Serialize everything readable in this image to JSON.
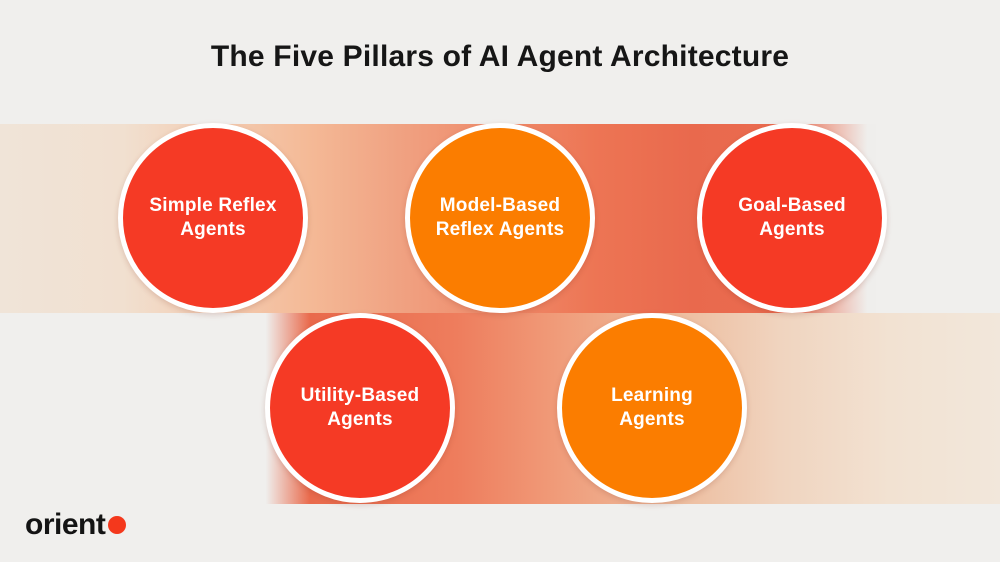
{
  "title": "The Five Pillars of AI Agent Architecture",
  "pillars": [
    {
      "label": "Simple Reflex Agents",
      "lines": [
        "Simple Reflex",
        "Agents"
      ],
      "color": "#f53a25"
    },
    {
      "label": "Model-Based Reflex Agents",
      "lines": [
        "Model-Based",
        "Reflex Agents"
      ],
      "color": "#fb7d00"
    },
    {
      "label": "Goal-Based Agents",
      "lines": [
        "Goal-Based",
        "Agents"
      ],
      "color": "#f53a25"
    },
    {
      "label": "Utility-Based Agents",
      "lines": [
        "Utility-Based",
        "Agents"
      ],
      "color": "#f53a25"
    },
    {
      "label": "Learning Agents",
      "lines": [
        "Learning",
        "Agents"
      ],
      "color": "#fb7d00"
    }
  ],
  "logo": {
    "text": "orient",
    "dot_color": "#f4381c"
  },
  "colors": {
    "background": "#f0efed",
    "title_text": "#161616",
    "circle_red": "#f53a25",
    "circle_orange": "#fb7d00",
    "circle_border": "#ffffff",
    "band_peach_light": "#f0e4d8",
    "band_orange_deep": "#e9694d",
    "band_right_peach": "#f2e7db"
  }
}
